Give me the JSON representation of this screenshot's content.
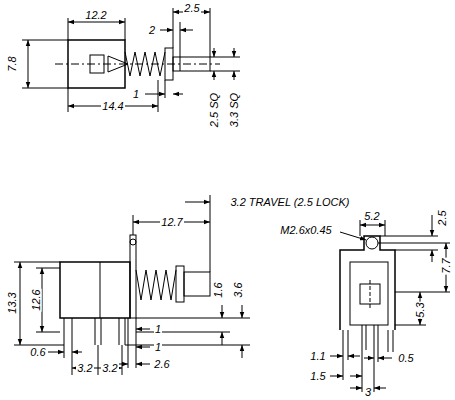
{
  "diagram": {
    "labels": [
      "12.2",
      "2.5",
      "2",
      "7.8",
      "1",
      "14.4",
      "2.5 SQ",
      "3.3 SQ",
      "3.2 TRAVEL (2.5 LOCK)",
      "12.7",
      "13.3",
      "12.6",
      "1",
      "1",
      "2.6",
      "1.6",
      "3.6",
      "0.6",
      "3.2",
      "3.2",
      "5.2",
      "2.5",
      "M2.6x0.45",
      "7.7",
      "5.3",
      "1.1",
      "0.5",
      "1.5",
      "3"
    ]
  }
}
